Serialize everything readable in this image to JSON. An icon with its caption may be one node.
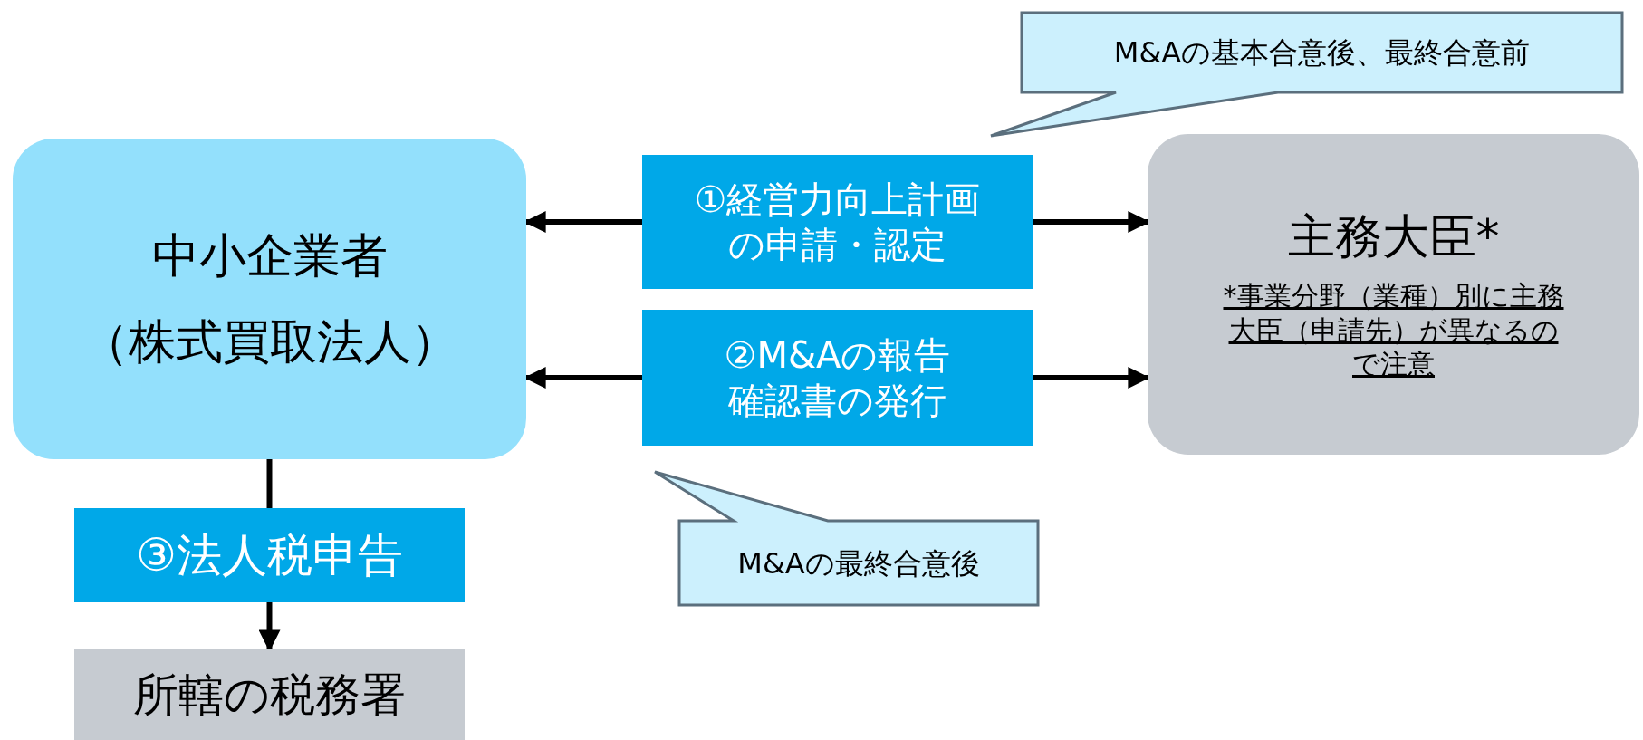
{
  "diagram": {
    "nodes": [
      {
        "text": [
          "中小企業者",
          "（株式買取法人）"
        ]
      },
      {
        "text": [
          "①経営力向上計画の申請・認定"
        ]
      },
      {
        "text": [
          "②M&Aの報告確認書の発行"
        ]
      },
      {
        "text": [
          "主務大臣*",
          "*事業分野（業種）別に主務大臣（申請先）が異なるので注意"
        ]
      },
      {
        "text": [
          "③法人税申告"
        ]
      },
      {
        "text": [
          "所轄の税務署"
        ]
      },
      {
        "text": [
          "M&Aの基本合意後、最終合意前"
        ]
      },
      {
        "text": [
          "M&Aの最終合意後"
        ]
      }
    ],
    "edges": [
      {
        "from": 1,
        "to": 0,
        "arrow": "to"
      },
      {
        "from": 1,
        "to": 3,
        "arrow": "to"
      },
      {
        "from": 2,
        "to": 0,
        "arrow": "to"
      },
      {
        "from": 2,
        "to": 3,
        "arrow": "to"
      },
      {
        "from": 0,
        "to": 4,
        "arrow": "none"
      },
      {
        "from": 4,
        "to": 5,
        "arrow": "to"
      }
    ]
  }
}
